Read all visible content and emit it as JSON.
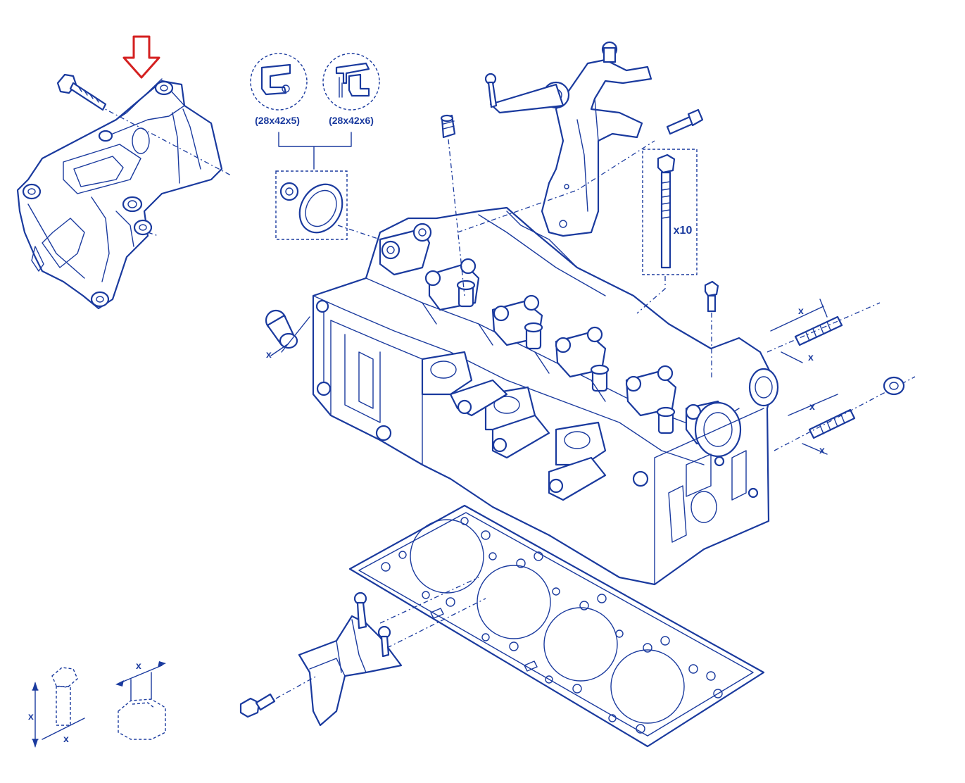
{
  "colors": {
    "line": "#1a3a9e",
    "highlight": "#d42020",
    "background": "#ffffff"
  },
  "labels": {
    "seal_a_size": "(28x42x5)",
    "seal_b_size": "(28x42x6)",
    "bolt_quantity": "x10",
    "dimension_mark": "x"
  },
  "icons": {
    "highlight_arrow": "down-arrow-outline-icon"
  }
}
